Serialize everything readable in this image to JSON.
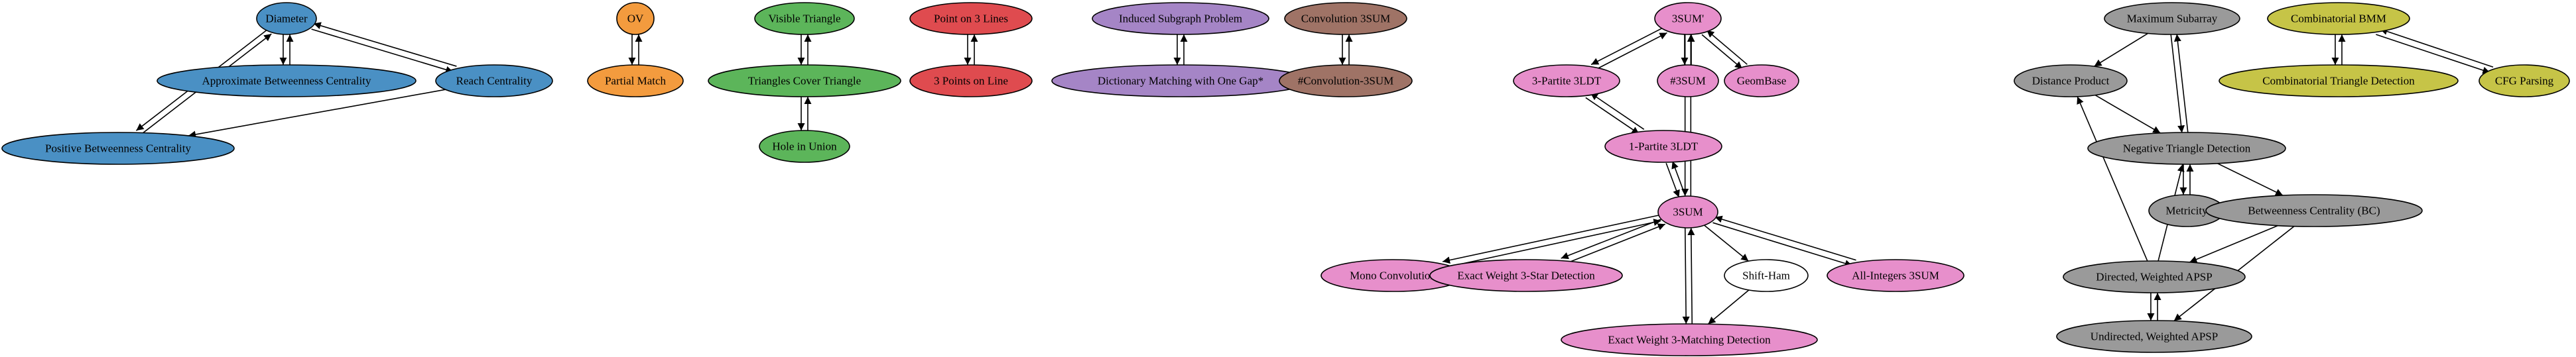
{
  "colors": {
    "blue": "#4a90c4",
    "orange": "#f39b3e",
    "green": "#5cb55a",
    "red": "#df4b4f",
    "purple": "#a585c6",
    "brown": "#9f7366",
    "pink": "#e78fcb",
    "white": "#ffffff",
    "gray": "#9a9a9a",
    "olive": "#c6c447"
  },
  "nodes": [
    {
      "id": "diameter",
      "label": "Diameter",
      "color": "blue"
    },
    {
      "id": "approx_bc",
      "label": "Approximate Betweenness Centrality",
      "color": "blue"
    },
    {
      "id": "reach",
      "label": "Reach Centrality",
      "color": "blue"
    },
    {
      "id": "pos_bc",
      "label": "Positive Betweenness Centrality",
      "color": "blue"
    },
    {
      "id": "ov",
      "label": "OV",
      "color": "orange"
    },
    {
      "id": "partial_match",
      "label": "Partial Match",
      "color": "orange"
    },
    {
      "id": "visible_tri",
      "label": "Visible Triangle",
      "color": "green"
    },
    {
      "id": "tri_cover",
      "label": "Triangles Cover Triangle",
      "color": "green"
    },
    {
      "id": "hole_union",
      "label": "Hole in Union",
      "color": "green"
    },
    {
      "id": "point_3lines",
      "label": "Point on 3 Lines",
      "color": "red"
    },
    {
      "id": "three_points",
      "label": "3 Points on Line",
      "color": "red"
    },
    {
      "id": "induced_sub",
      "label": "Induced Subgraph Problem",
      "color": "purple"
    },
    {
      "id": "dict_match",
      "label": "Dictionary Matching with One Gap*",
      "color": "purple"
    },
    {
      "id": "conv3sum",
      "label": "Convolution 3SUM",
      "color": "brown"
    },
    {
      "id": "sharp_conv3sum",
      "label": "#Convolution-3SUM",
      "color": "brown"
    },
    {
      "id": "threesum_prime",
      "label": "3SUM'",
      "color": "pink"
    },
    {
      "id": "tripartite_3ldt",
      "label": "3-Partite 3LDT",
      "color": "pink"
    },
    {
      "id": "sharp3sum",
      "label": "#3SUM",
      "color": "pink"
    },
    {
      "id": "geombase",
      "label": "GeomBase",
      "color": "pink"
    },
    {
      "id": "onepartite_3ldt",
      "label": "1-Partite 3LDT",
      "color": "pink"
    },
    {
      "id": "threesum",
      "label": "3SUM",
      "color": "pink"
    },
    {
      "id": "mono_conv",
      "label": "Mono Convolution",
      "color": "pink"
    },
    {
      "id": "exact3star",
      "label": "Exact Weight 3-Star Detection",
      "color": "pink"
    },
    {
      "id": "shift_ham",
      "label": "Shift-Ham",
      "color": "white"
    },
    {
      "id": "all_int_3sum",
      "label": "All-Integers 3SUM",
      "color": "pink"
    },
    {
      "id": "exact3match",
      "label": "Exact Weight 3-Matching Detection",
      "color": "pink"
    },
    {
      "id": "max_subarray",
      "label": "Maximum Subarray",
      "color": "gray"
    },
    {
      "id": "dist_product",
      "label": "Distance Product",
      "color": "gray"
    },
    {
      "id": "neg_tri",
      "label": "Negative Triangle Detection",
      "color": "gray"
    },
    {
      "id": "metricity",
      "label": "Metricity",
      "color": "gray"
    },
    {
      "id": "bc",
      "label": "Betweenness Centrality (BC)",
      "color": "gray"
    },
    {
      "id": "dir_apsp",
      "label": "Directed, Weighted APSP",
      "color": "gray"
    },
    {
      "id": "undir_apsp",
      "label": "Undirected, Weighted APSP",
      "color": "gray"
    },
    {
      "id": "comb_bmm",
      "label": "Combinatorial BMM",
      "color": "olive"
    },
    {
      "id": "comb_tri",
      "label": "Combinatorial Triangle Detection",
      "color": "olive"
    },
    {
      "id": "cfg_parsing",
      "label": "CFG Parsing",
      "color": "olive"
    }
  ],
  "edges": [
    [
      "diameter",
      "approx_bc"
    ],
    [
      "approx_bc",
      "diameter"
    ],
    [
      "diameter",
      "reach"
    ],
    [
      "reach",
      "diameter"
    ],
    [
      "diameter",
      "pos_bc"
    ],
    [
      "pos_bc",
      "diameter"
    ],
    [
      "reach",
      "pos_bc"
    ],
    [
      "ov",
      "partial_match"
    ],
    [
      "partial_match",
      "ov"
    ],
    [
      "visible_tri",
      "tri_cover"
    ],
    [
      "tri_cover",
      "visible_tri"
    ],
    [
      "tri_cover",
      "hole_union"
    ],
    [
      "hole_union",
      "tri_cover"
    ],
    [
      "point_3lines",
      "three_points"
    ],
    [
      "three_points",
      "point_3lines"
    ],
    [
      "induced_sub",
      "dict_match"
    ],
    [
      "dict_match",
      "induced_sub"
    ],
    [
      "conv3sum",
      "sharp_conv3sum"
    ],
    [
      "sharp_conv3sum",
      "conv3sum"
    ],
    [
      "threesum_prime",
      "tripartite_3ldt"
    ],
    [
      "tripartite_3ldt",
      "threesum_prime"
    ],
    [
      "threesum_prime",
      "sharp3sum"
    ],
    [
      "sharp3sum",
      "threesum_prime"
    ],
    [
      "threesum_prime",
      "geombase"
    ],
    [
      "geombase",
      "threesum_prime"
    ],
    [
      "threesum_prime",
      "threesum"
    ],
    [
      "threesum",
      "threesum_prime"
    ],
    [
      "tripartite_3ldt",
      "onepartite_3ldt"
    ],
    [
      "onepartite_3ldt",
      "tripartite_3ldt"
    ],
    [
      "onepartite_3ldt",
      "threesum"
    ],
    [
      "threesum",
      "onepartite_3ldt"
    ],
    [
      "threesum",
      "mono_conv"
    ],
    [
      "mono_conv",
      "threesum"
    ],
    [
      "threesum",
      "exact3star"
    ],
    [
      "exact3star",
      "threesum"
    ],
    [
      "threesum",
      "shift_ham"
    ],
    [
      "threesum",
      "all_int_3sum"
    ],
    [
      "all_int_3sum",
      "threesum"
    ],
    [
      "threesum",
      "exact3match"
    ],
    [
      "exact3match",
      "threesum"
    ],
    [
      "shift_ham",
      "exact3match"
    ],
    [
      "max_subarray",
      "dist_product"
    ],
    [
      "max_subarray",
      "neg_tri"
    ],
    [
      "neg_tri",
      "max_subarray"
    ],
    [
      "dist_product",
      "neg_tri"
    ],
    [
      "neg_tri",
      "metricity"
    ],
    [
      "metricity",
      "neg_tri"
    ],
    [
      "neg_tri",
      "bc"
    ],
    [
      "dir_apsp",
      "dist_product"
    ],
    [
      "dir_apsp",
      "neg_tri"
    ],
    [
      "bc",
      "dir_apsp"
    ],
    [
      "bc",
      "undir_apsp"
    ],
    [
      "dir_apsp",
      "undir_apsp"
    ],
    [
      "undir_apsp",
      "dir_apsp"
    ],
    [
      "comb_bmm",
      "comb_tri"
    ],
    [
      "comb_tri",
      "comb_bmm"
    ],
    [
      "comb_bmm",
      "cfg_parsing"
    ],
    [
      "cfg_parsing",
      "comb_bmm"
    ]
  ]
}
